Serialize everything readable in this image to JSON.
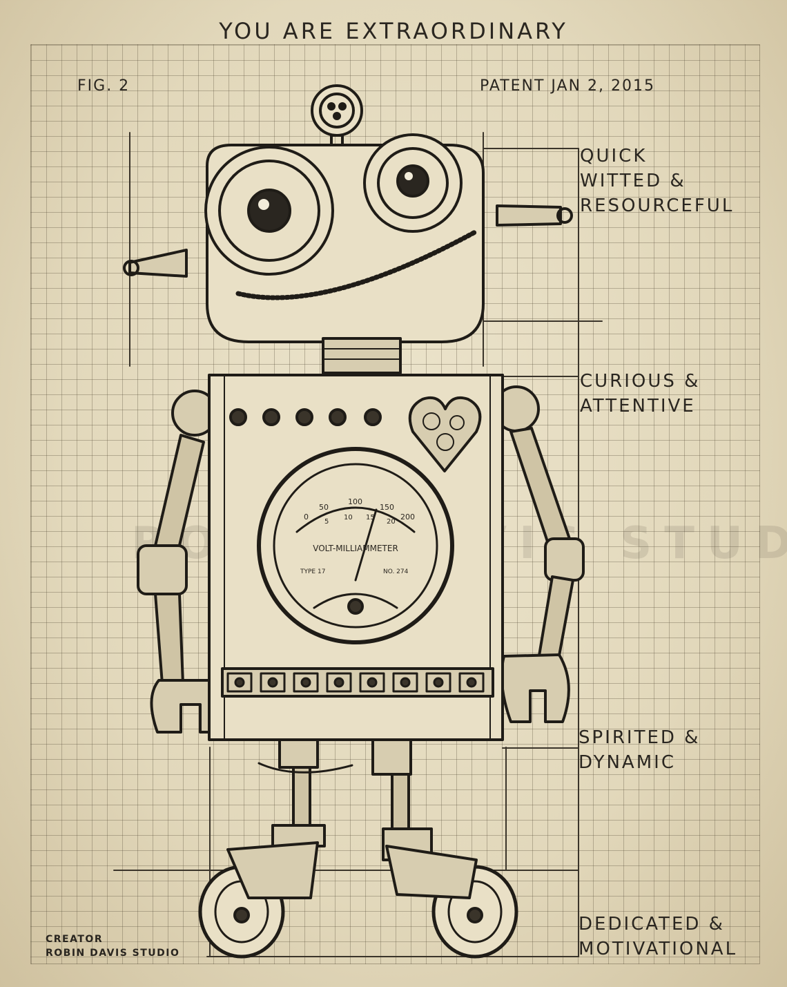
{
  "poster": {
    "title": "YOU ARE EXTRAORDINARY",
    "fig_label": "FIG. 2",
    "patent_label": "PATENT JAN 2, 2015"
  },
  "traits": [
    {
      "lines": [
        "QUICK",
        "WITTED &",
        "RESOURCEFUL"
      ]
    },
    {
      "lines": [
        "CURIOUS &",
        "ATTENTIVE"
      ]
    },
    {
      "lines": [
        "SPIRITED &",
        "DYNAMIC"
      ]
    },
    {
      "lines": [
        "DEDICATED &",
        "MOTIVATIONAL"
      ]
    }
  ],
  "creator": {
    "label": "CREATOR",
    "name": "ROBIN DAVIS STUDIO"
  },
  "meter": {
    "name": "VOLT-MILLIAMMETER",
    "scale": [
      "0",
      "50",
      "100",
      "150",
      "200"
    ],
    "inner_scale": [
      "5",
      "10",
      "15",
      "20"
    ],
    "type_label": "TYPE 17",
    "number_label": "NO. 274"
  },
  "watermark": "ROBIN DAVIS STUDIO",
  "colors": {
    "ink": "#2a2620",
    "paper": "#e6ddc2",
    "grid": "#8a7f66"
  }
}
